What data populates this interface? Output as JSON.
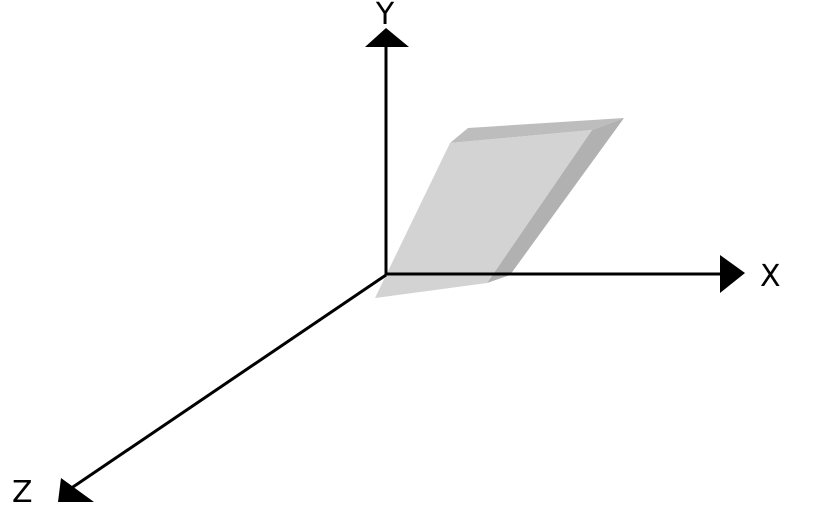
{
  "axes": {
    "y": {
      "label": "Y"
    },
    "x": {
      "label": "X"
    },
    "z": {
      "label": "Z"
    }
  },
  "plane": {
    "face_color": "#d3d3d3",
    "edge_color": "#b1b1b1"
  },
  "colors": {
    "axis": "#000000",
    "background": "#ffffff"
  }
}
